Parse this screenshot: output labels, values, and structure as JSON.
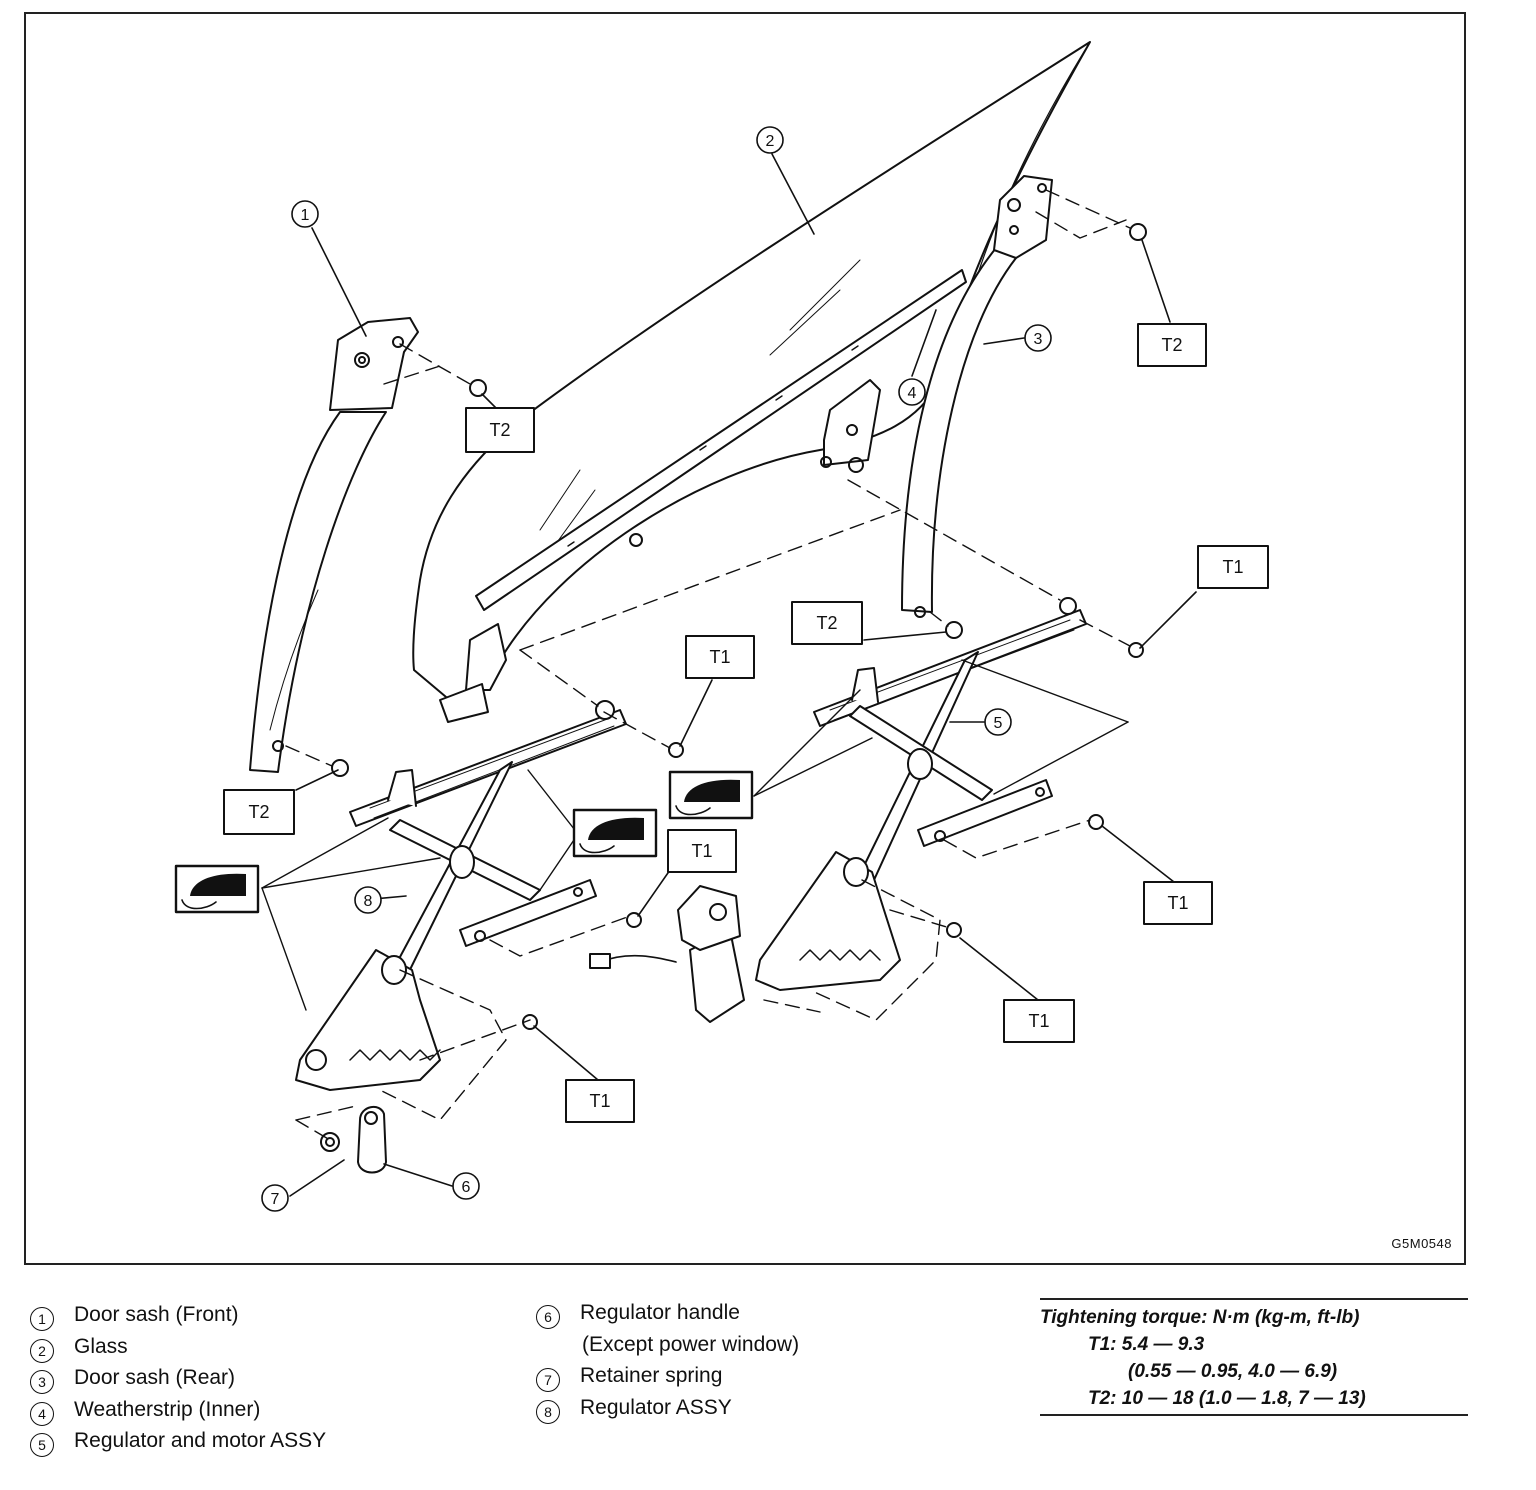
{
  "diagram": {
    "figure_code": "G5M0548",
    "torque_tags": {
      "t1": "T1",
      "t2": "T2"
    },
    "callout_numbers": [
      "1",
      "2",
      "3",
      "4",
      "5",
      "6",
      "7",
      "8"
    ]
  },
  "legend_left": [
    {
      "num": "1",
      "text": "Door sash (Front)"
    },
    {
      "num": "2",
      "text": "Glass"
    },
    {
      "num": "3",
      "text": "Door sash (Rear)"
    },
    {
      "num": "4",
      "text": "Weatherstrip (Inner)"
    },
    {
      "num": "5",
      "text": "Regulator and motor ASSY"
    }
  ],
  "legend_right": [
    {
      "num": "6",
      "text": "Regulator handle",
      "text2": "(Except power window)"
    },
    {
      "num": "7",
      "text": "Retainer spring"
    },
    {
      "num": "8",
      "text": "Regulator ASSY"
    }
  ],
  "torque": {
    "title": "Tightening torque: N·m (kg-m, ft-lb)",
    "t1_line1": "T1: 5.4 — 9.3",
    "t1_line2": "(0.55 — 0.95, 4.0 — 6.9)",
    "t2_line": "T2: 10 — 18 (1.0 — 1.8, 7 — 13)"
  }
}
